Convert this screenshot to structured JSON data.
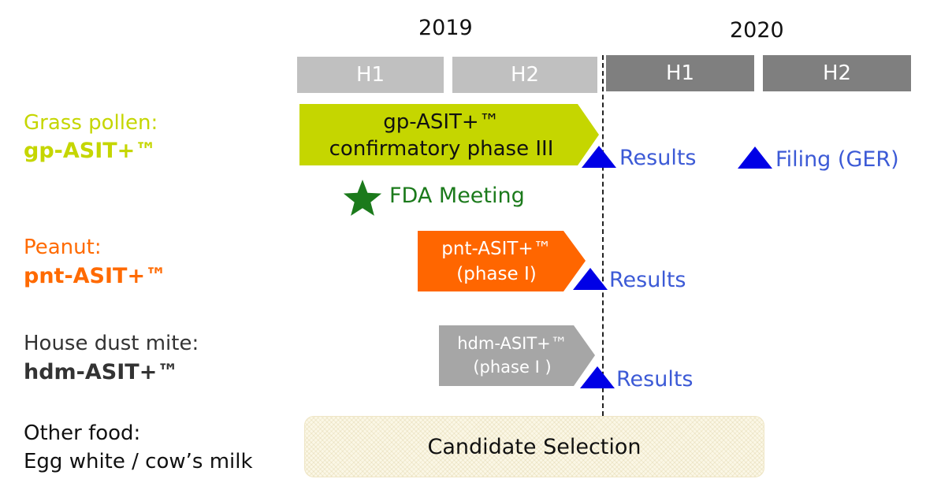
{
  "years": [
    "2019",
    "2020"
  ],
  "halves": [
    "H1",
    "H2",
    "H1",
    "H2"
  ],
  "programs": {
    "grass": {
      "name": "Grass pollen:",
      "code": "gp-ASIT+™",
      "bar_line1": "gp-ASIT+™",
      "bar_line2": "confirmatory phase III",
      "color": "#c5d600"
    },
    "peanut": {
      "name": "Peanut:",
      "code": "pnt-ASIT+™",
      "bar_line1": "pnt-ASIT+™",
      "bar_line2": "(phase I)",
      "color": "#ff6600"
    },
    "hdm": {
      "name": "House dust mite:",
      "code": "hdm-ASIT+™",
      "bar_line1": "hdm-ASIT+™",
      "bar_line2": "(phase I )",
      "color": "#a6a6a6"
    },
    "food": {
      "name_line1": "Other food:",
      "name_line2": "Egg white / cow’s milk"
    }
  },
  "milestones": {
    "fda_meeting": "FDA Meeting",
    "grass_results": "Results",
    "filing": "Filing (GER)",
    "peanut_results": "Results",
    "hdm_results": "Results"
  },
  "candidate_selection": "Candidate Selection",
  "colors": {
    "triangle": "#0000e6",
    "star": "#1b7a1b",
    "milestone_text": "#3c5ad6",
    "fda_text": "#1b7a1b"
  }
}
